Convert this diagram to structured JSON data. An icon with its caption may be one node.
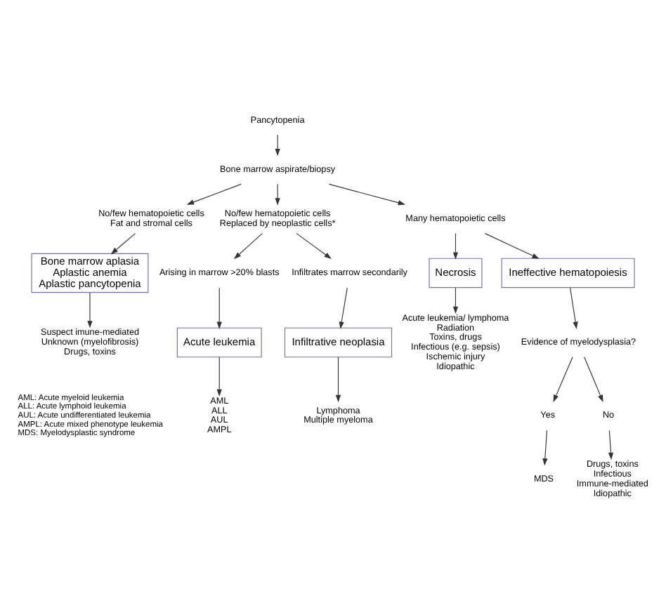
{
  "diagram": {
    "nodes": [
      {
        "text": [
          "Pancytopenia"
        ]
      },
      {
        "text": [
          "Bone marrow aspirate/biopsy"
        ]
      },
      {
        "text": [
          "No/few hematopoietic cells",
          "Fat and stromal cells"
        ]
      },
      {
        "text": [
          "No/few hematopoietic cells",
          "Replaced by neoplastic cells*"
        ]
      },
      {
        "text": [
          "Many hematopoietic cells"
        ]
      },
      {
        "text": [
          "Bone marrow aplasia",
          "Aplastic anemia",
          "Aplastic pancytopenia"
        ]
      },
      {
        "text": [
          "Arising in marrow >20% blasts"
        ]
      },
      {
        "text": [
          "Infiltrates marrow secondarily"
        ]
      },
      {
        "text": [
          "Necrosis"
        ]
      },
      {
        "text": [
          "Ineffective hematopoiesis"
        ]
      },
      {
        "text": [
          "Suspect imune-mediated",
          "Unknown (myelofibrosis)",
          "Drugs, toxins"
        ]
      },
      {
        "text": [
          "Acute leukemia"
        ]
      },
      {
        "text": [
          "Infiltrative neoplasia"
        ]
      },
      {
        "text": [
          "Acute leukemia/ lymphoma",
          "Radiation",
          "Toxins, drugs",
          "Infectious (e.g. sepsis)",
          "Ischemic injury",
          "Idiopathic"
        ]
      },
      {
        "text": [
          "Evidence of myelodysplasia?"
        ]
      },
      {
        "text": [
          "AML",
          "ALL",
          "AUL",
          "AMPL"
        ]
      },
      {
        "text": [
          "Lymphoma",
          "Multiple myeloma"
        ]
      },
      {
        "text": [
          "Yes"
        ]
      },
      {
        "text": [
          "No"
        ]
      },
      {
        "text": [
          "MDS"
        ]
      },
      {
        "text": [
          "Drugs, toxins",
          "Infectious",
          "Immune-mediated",
          "Idiopathic"
        ]
      }
    ],
    "edges": [
      {
        "from": 0,
        "to": 1,
        "arrow": "to"
      },
      {
        "from": 1,
        "to": 2,
        "arrow": "to"
      },
      {
        "from": 1,
        "to": 3,
        "arrow": "to"
      },
      {
        "from": 1,
        "to": 4,
        "arrow": "to"
      },
      {
        "from": 2,
        "to": 5,
        "arrow": "to"
      },
      {
        "from": 3,
        "to": 6,
        "arrow": "to"
      },
      {
        "from": 3,
        "to": 7,
        "arrow": "to"
      },
      {
        "from": 4,
        "to": 8,
        "arrow": "to"
      },
      {
        "from": 4,
        "to": 9,
        "arrow": "to"
      },
      {
        "from": 5,
        "to": 10,
        "arrow": "to"
      },
      {
        "from": 6,
        "to": 11,
        "arrow": "to"
      },
      {
        "from": 7,
        "to": 12,
        "arrow": "to"
      },
      {
        "from": 8,
        "to": 13,
        "arrow": "to"
      },
      {
        "from": 9,
        "to": 14,
        "arrow": "to"
      },
      {
        "from": 11,
        "to": 15,
        "arrow": "to"
      },
      {
        "from": 12,
        "to": 16,
        "arrow": "to"
      },
      {
        "from": 14,
        "to": 17,
        "arrow": "to"
      },
      {
        "from": 14,
        "to": 18,
        "arrow": "to"
      },
      {
        "from": 17,
        "to": 19,
        "arrow": "to"
      },
      {
        "from": 18,
        "to": 20,
        "arrow": "to"
      }
    ],
    "labels": [
      "AML: Acute myeloid leukemia",
      "ALL: Acute lymphoid leukemia",
      "AUL: Acute undifferentiated leukemia",
      "AMPL: Acute mixed phenotype leukemia",
      "MDS: Myelodysplastic syndrome"
    ]
  }
}
